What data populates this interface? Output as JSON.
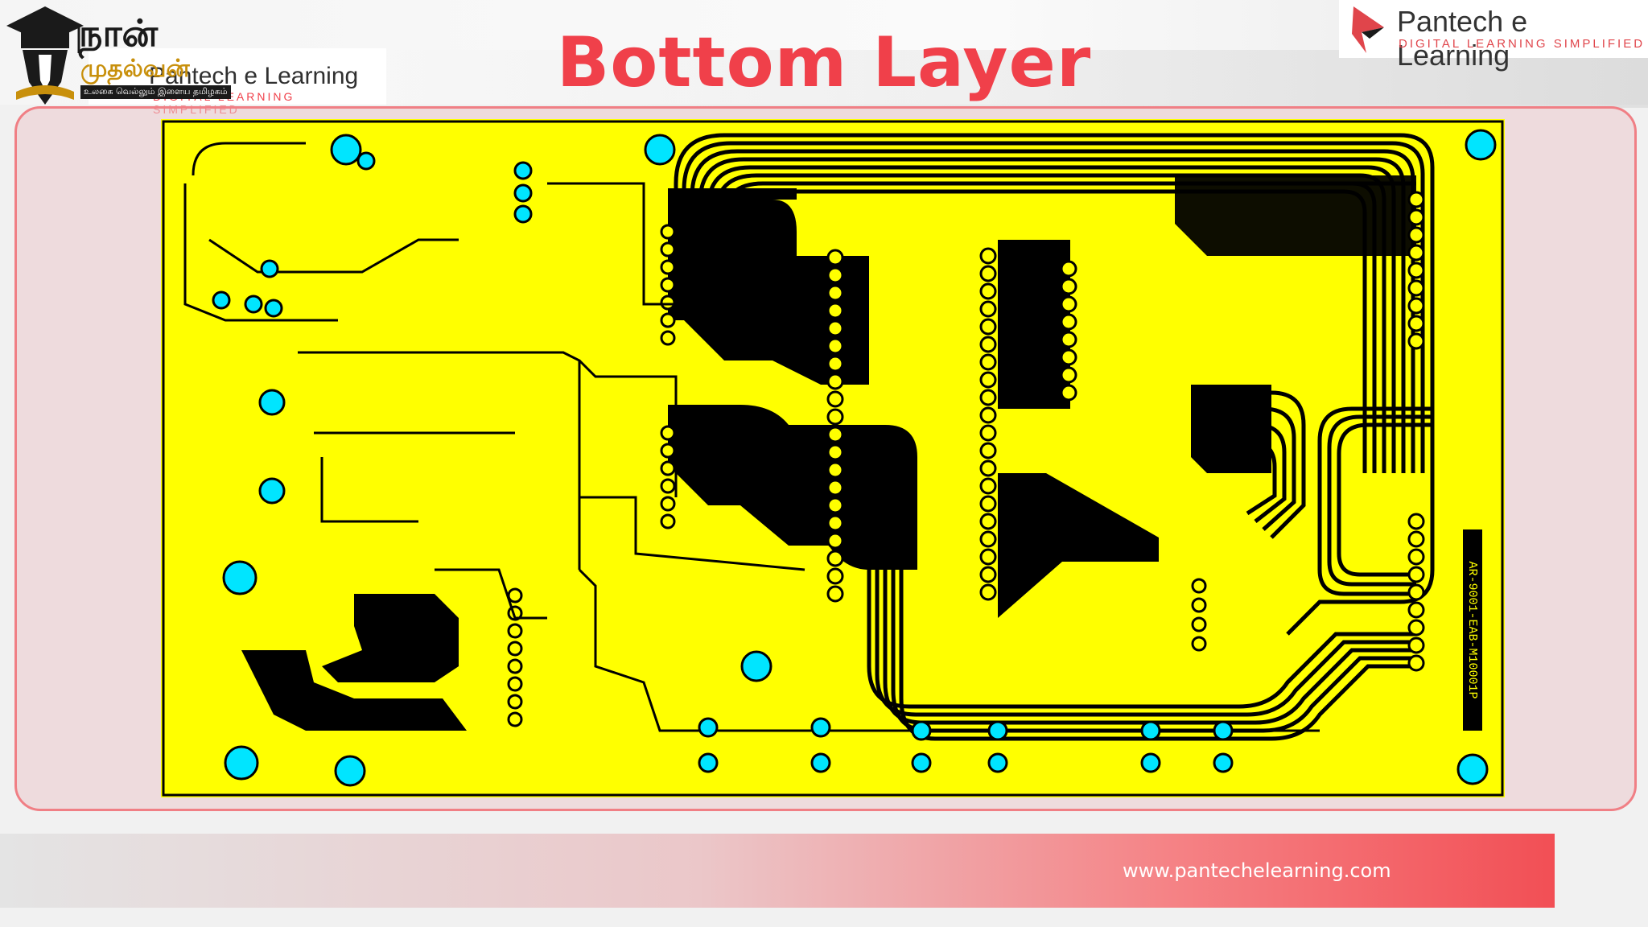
{
  "slide": {
    "title": "Bottom Layer",
    "footer_url": "www.pantechelearning.com"
  },
  "logo_left": {
    "tamil_line1": "நான்",
    "tamil_line2": "முதல்வன்",
    "tamil_tagline": "உலகை வெல்லும் இளைய தமிழகம்",
    "brand": "Pantech e Learning",
    "brand_tagline": "DIGITAL LEARNING SIMPLIFIED"
  },
  "logo_right": {
    "brand": "Pantech e Learning",
    "tagline": "DIGITAL LEARNING SIMPLIFIED"
  },
  "pcb": {
    "board_label": "AR-9001-EAB-M10001P",
    "colors": {
      "copper": "#ffff00",
      "trace": "#000000",
      "drill": "#00e5ff"
    }
  }
}
